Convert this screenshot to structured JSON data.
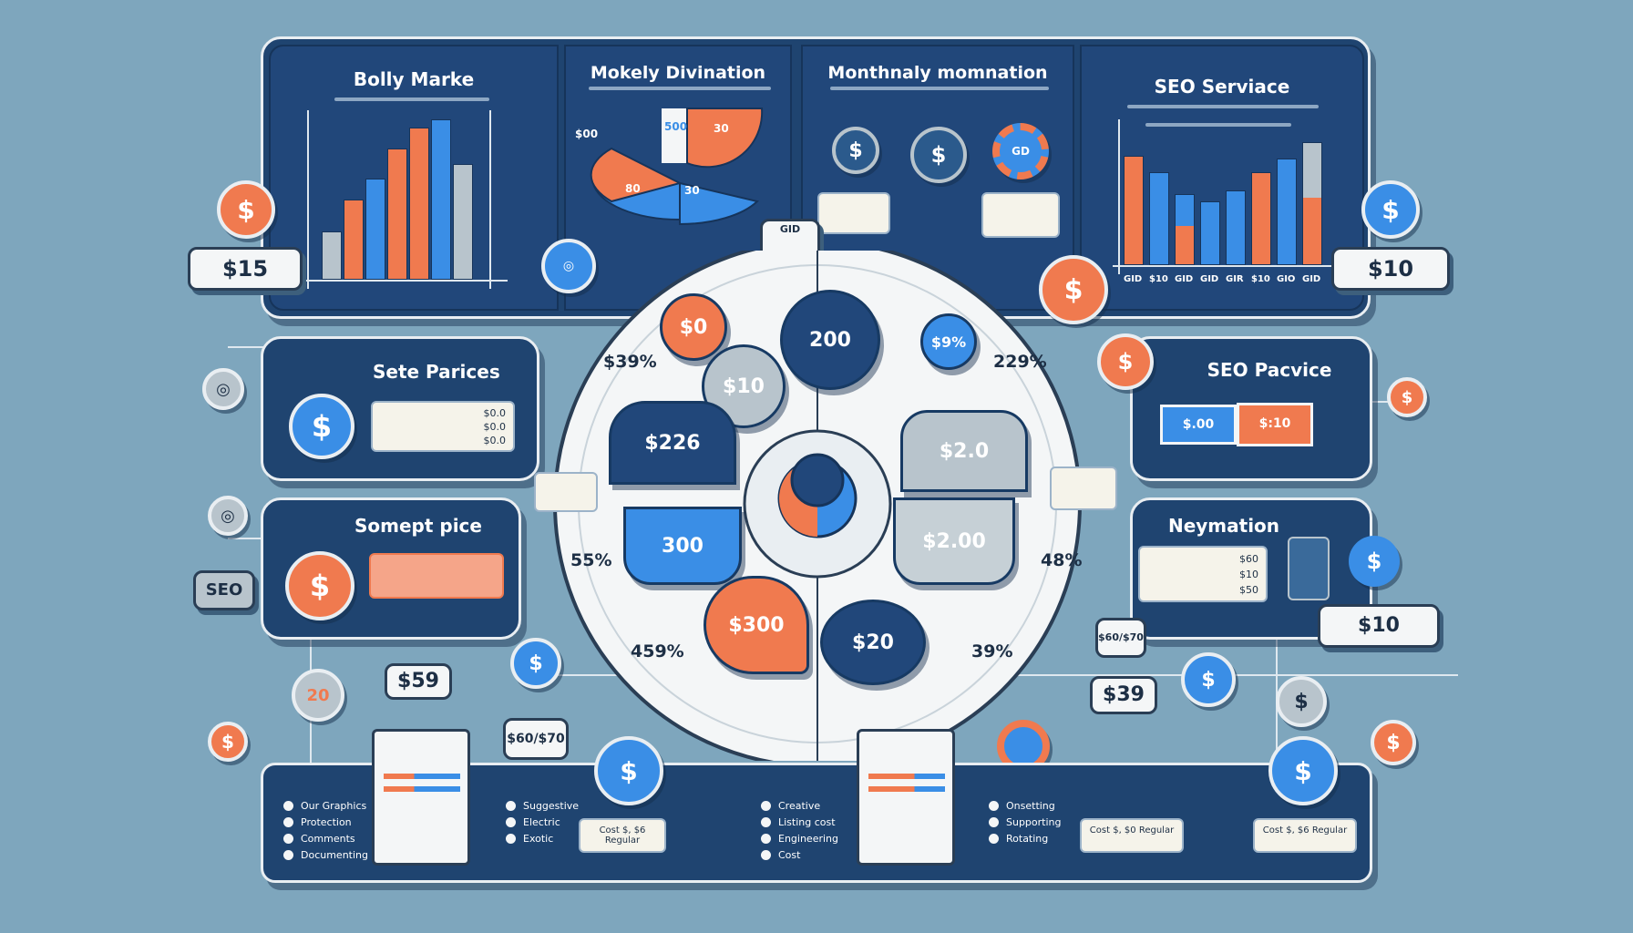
{
  "colors": {
    "navy": "#1f4470",
    "orange": "#f07a4f",
    "blue": "#3a8ee6",
    "gray": "#b8c4cc",
    "bg": "#7ea6bd"
  },
  "top": {
    "bolly": {
      "title": "Bolly Marke",
      "bars": [
        0.3,
        0.5,
        0.63,
        0.82,
        0.95,
        1.0,
        0.72
      ],
      "bar_colors": [
        "gray",
        "orange",
        "blue",
        "orange",
        "orange",
        "blue",
        "gray"
      ]
    },
    "divination": {
      "title": "Mokely Divination",
      "labels": [
        "$00",
        "500",
        "30",
        "80",
        "30"
      ]
    },
    "monthly": {
      "title": "Monthnaly momnation",
      "gear_label": "GD"
    },
    "seo_service": {
      "title": "SEO Serviace",
      "bars": [
        0.8,
        0.68,
        0.52,
        0.47,
        0.55,
        0.68,
        0.78,
        0.9
      ],
      "bar_colors": [
        "orange",
        "blue",
        "blue-orange",
        "blue",
        "blue",
        "orange",
        "blue",
        "gray-orange"
      ],
      "x_labels": [
        "GID",
        "$10",
        "GID",
        "GID",
        "GIR",
        "$10",
        "GIO",
        "GID"
      ]
    }
  },
  "tags": {
    "left_price": "$15",
    "right_price": "$10",
    "right_mid_price": "$10",
    "seo": "SEO",
    "pin_20": "20",
    "bubble_59": "$59",
    "bubble_39": "$39",
    "bubble_left": "$60/$70",
    "bubble_right": "$60/$70",
    "sign_gd": "GID"
  },
  "icons": {
    "dollar": "$"
  },
  "panels": {
    "sete": {
      "title": "Sete Parices",
      "rows": [
        "$0.0",
        "$0.0",
        "$0.0"
      ]
    },
    "somept": {
      "title": "Somept pice"
    },
    "seo_pacvice": {
      "title": "SEO Pacvice",
      "left": "$.00",
      "right": "$:10"
    },
    "neymation": {
      "title": "Neymation",
      "rows": [
        "$60",
        "$10",
        "$50"
      ]
    }
  },
  "wheel": {
    "cards": {
      "orange_top": "$0",
      "navy_top": "200",
      "gray_small": "$10",
      "blue_pin": "$9%",
      "navy_left": "$226",
      "blue_left": "300",
      "orange_bottom": "$300",
      "navy_bottom": "$20",
      "gray_right_top": "$2.0",
      "gray_right_bottom": "$2.00"
    },
    "percents": [
      "$39%",
      "229%",
      "55%",
      "48%",
      "459%",
      "39%"
    ]
  },
  "bottom": {
    "col1": [
      "Our Graphics",
      "Protection",
      "Comments",
      "Documenting"
    ],
    "col2": [
      "Suggestive",
      "Electric",
      "Exotic"
    ],
    "col3": [
      "Creative",
      "Listing cost",
      "Engineering",
      "Cost"
    ],
    "col4": [
      "Onsetting",
      "Supporting",
      "Rotating"
    ],
    "boxes": [
      "Cost $, $6 Regular",
      "Cost $, $0 Regular",
      "Cost $, $6 Regular"
    ]
  }
}
